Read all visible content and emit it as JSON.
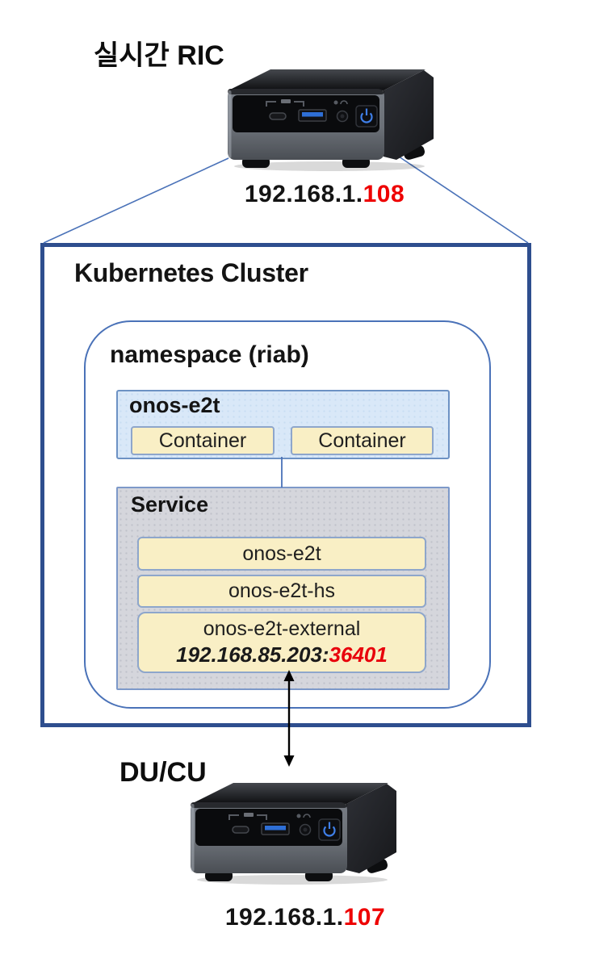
{
  "diagram": {
    "ric_host": {
      "label": "실시간 RIC",
      "ip_prefix": "192.168.1.",
      "ip_highlight": "108",
      "device_icon": "intel-nuc-mini-pc"
    },
    "kubernetes_cluster": {
      "title": "Kubernetes Cluster",
      "namespace": {
        "title": "namespace (riab)",
        "pod": {
          "title": "onos-e2t",
          "containers": [
            "Container",
            "Container"
          ]
        },
        "service": {
          "title": "Service",
          "items": [
            "onos-e2t",
            "onos-e2t-hs"
          ],
          "external_item": {
            "name": "onos-e2t-external",
            "endpoint_ip": "192.168.85.203:",
            "endpoint_port": "36401"
          }
        }
      }
    },
    "du_cu_host": {
      "label": "DU/CU",
      "ip_prefix": "192.168.1.",
      "ip_highlight": "107",
      "device_icon": "intel-nuc-mini-pc"
    },
    "colors": {
      "cluster_border": "#2e4e8e",
      "thin_line_blue": "#4a72b8",
      "pod_fill": "#d9e8f8",
      "service_fill": "#d5d6dc",
      "yellow_fill": "#f9efc5",
      "highlight_red": "#ee0000",
      "port_red": "#e8000b",
      "arrow_black": "#000000"
    }
  }
}
